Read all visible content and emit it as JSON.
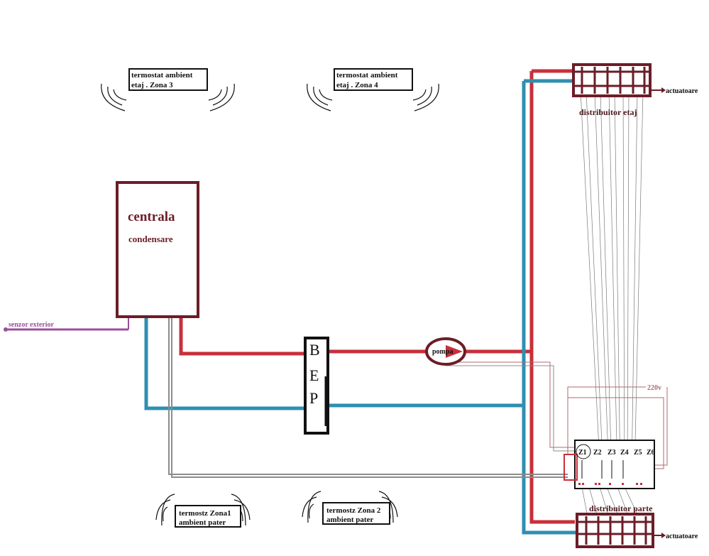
{
  "thermostats": {
    "etaj_zona3": {
      "line1": "termostat ambient",
      "line2": "etaj  .  Zona  3"
    },
    "etaj_zona4": {
      "line1": "termostat ambient",
      "line2": "etaj  .  Zona  4"
    },
    "parter_zona1": {
      "line1": "termostz Zona1",
      "line2": "ambient pater"
    },
    "parter_zona2": {
      "line1": "termostz Zona 2",
      "line2": "ambient pater"
    }
  },
  "boiler": {
    "title": "centrala",
    "subtitle": "condensare"
  },
  "sensor": {
    "label": "senzor exterior"
  },
  "bep": {
    "letters": [
      "B",
      "E",
      "P"
    ]
  },
  "pump": {
    "label": "pompa"
  },
  "distributor_etaj": {
    "label": "distribuitor etaj",
    "output_label": "actuatoare"
  },
  "distributor_parter": {
    "label": "distribuitor  parte",
    "output_label": "actuatoare"
  },
  "power": {
    "label": "220v"
  },
  "controller": {
    "zones": [
      "Z1",
      "Z2",
      "Z3",
      "Z4",
      "Z5",
      "Z6"
    ]
  },
  "colors": {
    "supply_red": "#c8303a",
    "return_blue": "#2f8fb0",
    "dark_maroon": "#6b1d27",
    "sensor_purple": "#9b4f9b",
    "signal_gray": "#8c8c8c"
  }
}
